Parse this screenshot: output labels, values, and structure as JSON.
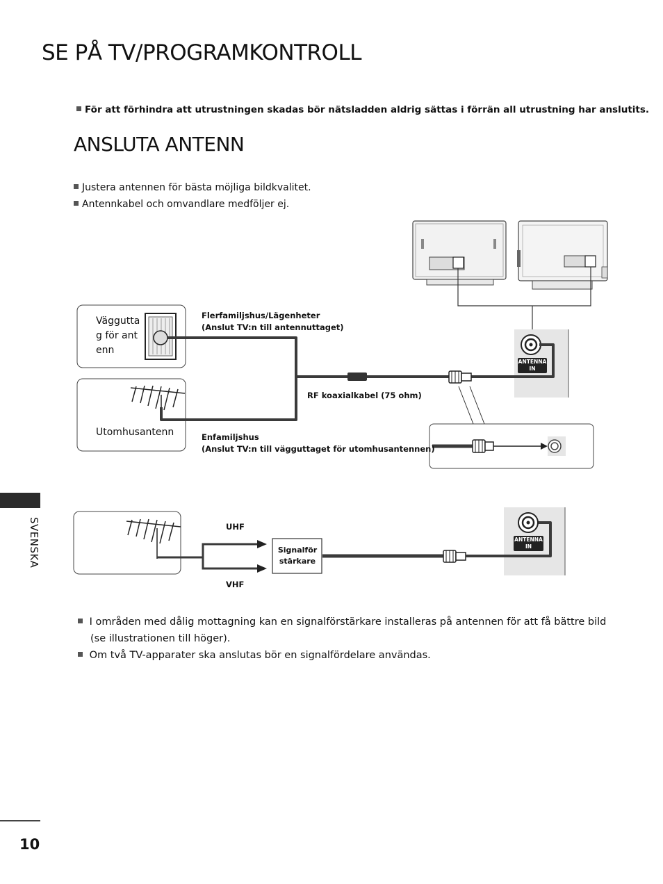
{
  "page": {
    "title": "SE PÅ TV/PROGRAMKONTROLL",
    "warning": "För att förhindra att utrustningen skadas bör nätsladden aldrig sättas i förrän all utrustning har anslutits.",
    "section_title": "ANSLUTA ANTENN",
    "tips": [
      "Justera antennen för bästa möjliga bildkvalitet.",
      "Antennkabel och omvandlare medföljer ej."
    ],
    "side_label": "SVENSKA",
    "page_number": "10"
  },
  "diagram1": {
    "wall_socket_label": "Vägguttag för antenn",
    "outdoor_antenna_label": "Utomhusantenn",
    "multi_family_label": "Flerfamiljshus/Lägenheter",
    "multi_family_sub": "(Anslut TV:n till antennuttaget)",
    "cable_label": "RF koaxialkabel (75 ohm)",
    "single_family_label": "Enfamiljshus",
    "single_family_sub": "(Anslut TV:n till vägguttaget för utomhusantennen)",
    "port_label_line1": "ANTENNA",
    "port_label_line2": "IN"
  },
  "diagram2": {
    "uhf_label": "UHF",
    "vhf_label": "VHF",
    "amplifier_line1": "Signalför",
    "amplifier_line2": "stärkare",
    "port_label_line1": "ANTENNA",
    "port_label_line2": "IN"
  },
  "notes": [
    "I områden med dålig mottagning kan en signalförstärkare installeras på antennen för att få bättre bild",
    "(se illustrationen till höger).",
    "Om två TV-apparater ska anslutas bör en signalfördelare användas."
  ],
  "colors": {
    "text": "#111111",
    "cable": "#3a3a3a",
    "panel": "#e6e6e6",
    "badge": "#222222"
  }
}
